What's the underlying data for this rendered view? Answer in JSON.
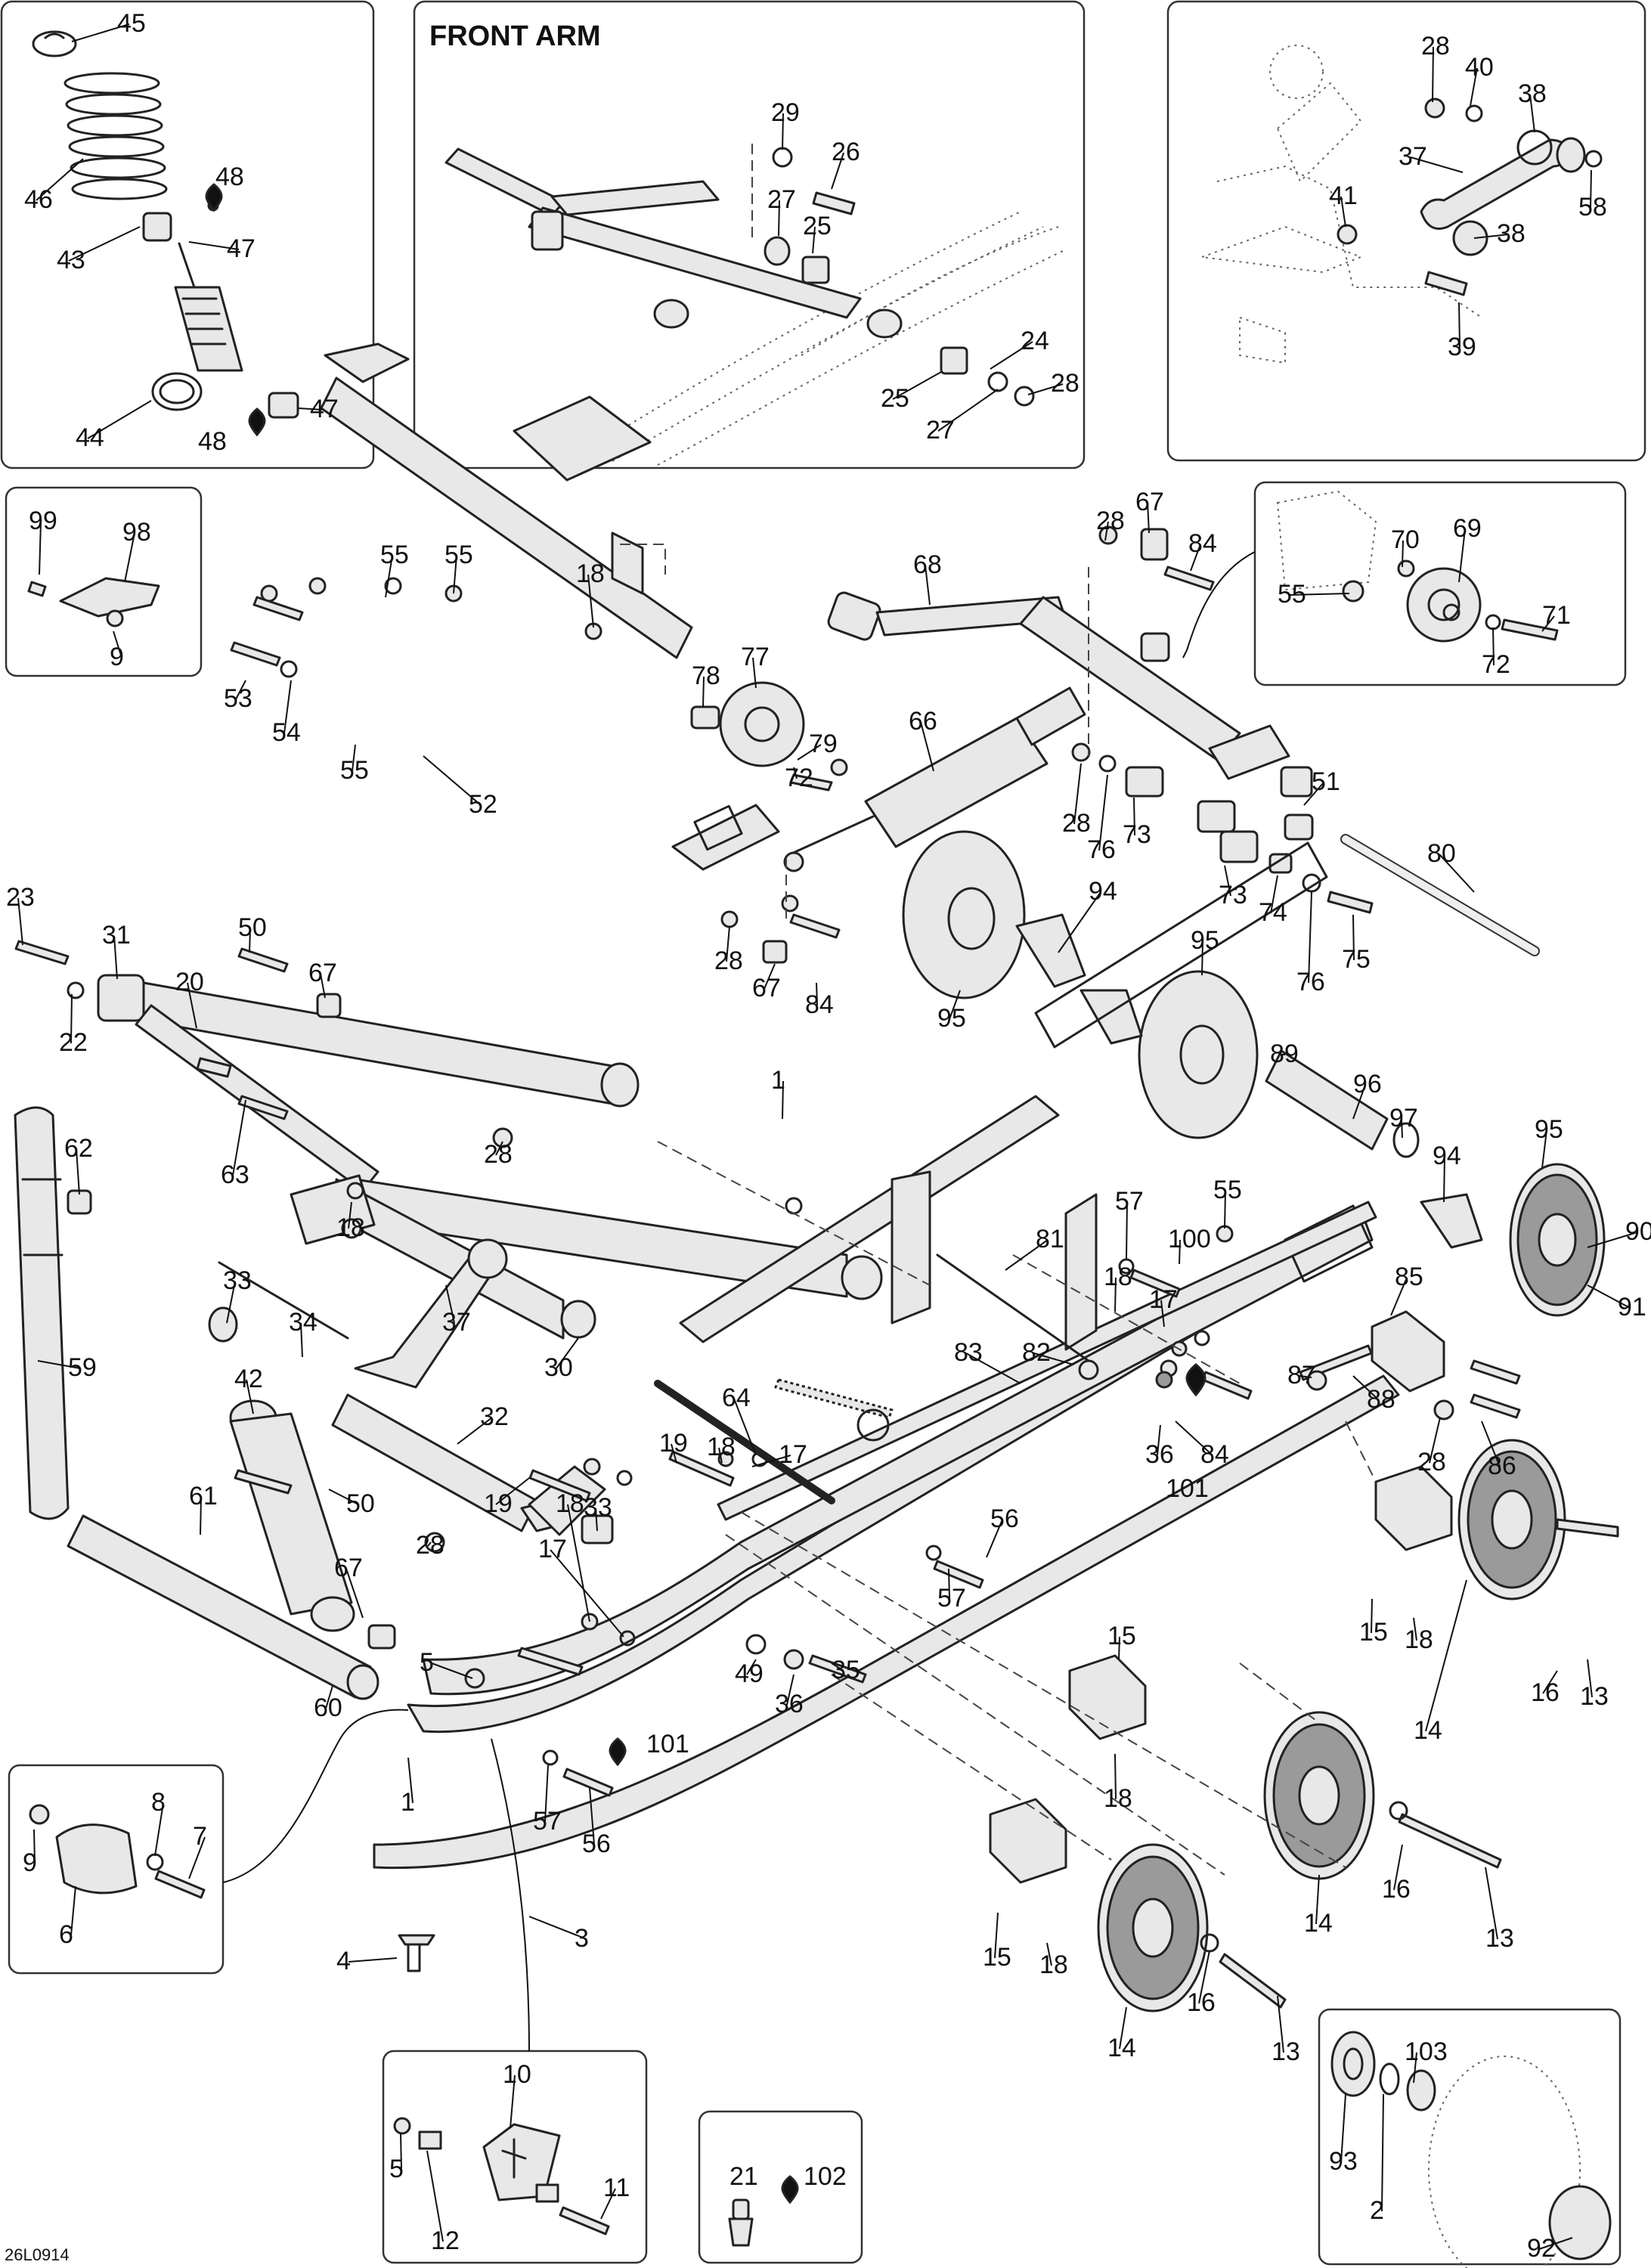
{
  "figure": {
    "header": "FRONT ARM",
    "drawing_code": "26L0914"
  },
  "callouts": {
    "c45": "45",
    "c46": "46",
    "c43": "43",
    "c44": "44",
    "c48a": "48",
    "c47a": "47",
    "c48b": "48",
    "c47b": "47",
    "c29": "29",
    "c26": "26",
    "c27a": "27",
    "c25a": "25",
    "c24": "24",
    "c25b": "25",
    "c28a": "28",
    "c27b": "27",
    "c28b": "28",
    "c40": "40",
    "c38a": "38",
    "c37a": "37",
    "c58": "58",
    "c41": "41",
    "c38b": "38",
    "c39": "39",
    "c99": "99",
    "c98": "98",
    "c9a": "9",
    "c55a": "55",
    "c55b": "55",
    "c18a": "18",
    "c53": "53",
    "c54": "54",
    "c55c": "55",
    "c52": "52",
    "c78": "78",
    "c77": "77",
    "c79": "79",
    "c72a": "72",
    "c66": "66",
    "c68": "68",
    "c28c": "28",
    "c67a": "67",
    "c84a": "84",
    "c70": "70",
    "c69": "69",
    "c55d": "55",
    "c71": "71",
    "c72b": "72",
    "c28d": "28",
    "c76a": "76",
    "c73a": "73",
    "c51": "51",
    "c73b": "73",
    "c74": "74",
    "c76b": "76",
    "c75": "75",
    "c80": "80",
    "c28e": "28",
    "c67b": "67",
    "c84b": "84",
    "c94a": "94",
    "c95a": "95",
    "c95b": "95",
    "c23": "23",
    "c31": "31",
    "c22": "22",
    "c50a": "50",
    "c67c": "67",
    "c20": "20",
    "c1a": "1",
    "c89": "89",
    "c96": "96",
    "c97": "97",
    "c94b": "94",
    "c95c": "95",
    "c90": "90",
    "c91": "91",
    "c62": "62",
    "c63": "63",
    "c28f": "28",
    "c18b": "18",
    "c30": "30",
    "c57a": "57",
    "c55e": "55",
    "c100": "100",
    "c81": "81",
    "c18c": "18",
    "c17a": "17",
    "c85": "85",
    "c33a": "33",
    "c34": "34",
    "c37b": "37",
    "c59": "59",
    "c83": "83",
    "c82": "82",
    "c87": "87",
    "c88": "88",
    "c86": "86",
    "c28g": "28",
    "c42": "42",
    "c64": "64",
    "c32": "32",
    "c36a": "36",
    "c84c": "84",
    "c101a": "101",
    "c61": "61",
    "c50b": "50",
    "c28h": "28",
    "c33b": "33",
    "c19a": "19",
    "c18d": "18",
    "c17b": "17",
    "c56a": "56",
    "c57b": "57",
    "c67d": "67",
    "c19b": "19",
    "c18e": "18",
    "c17c": "17",
    "c15a": "15",
    "c18f": "18",
    "c14a": "14",
    "c16a": "16",
    "c13a": "13",
    "c5a": "5",
    "c49": "49",
    "c36b": "36",
    "c35": "35",
    "c15b": "15",
    "c60": "60",
    "c1b": "1",
    "c57c": "57",
    "c56b": "56",
    "c101b": "101",
    "c18g": "18",
    "c8": "8",
    "c9b": "9",
    "c7": "7",
    "c6": "6",
    "c14b": "14",
    "c16b": "16",
    "c13b": "13",
    "c3": "3",
    "c4": "4",
    "c15c": "15",
    "c18h": "18",
    "c14c": "14",
    "c16c": "16",
    "c13c": "13",
    "c10": "10",
    "c5b": "5",
    "c11": "11",
    "c12": "12",
    "c21": "21",
    "c102": "102",
    "c103": "103",
    "c93": "93",
    "c2": "2",
    "c92": "92"
  }
}
